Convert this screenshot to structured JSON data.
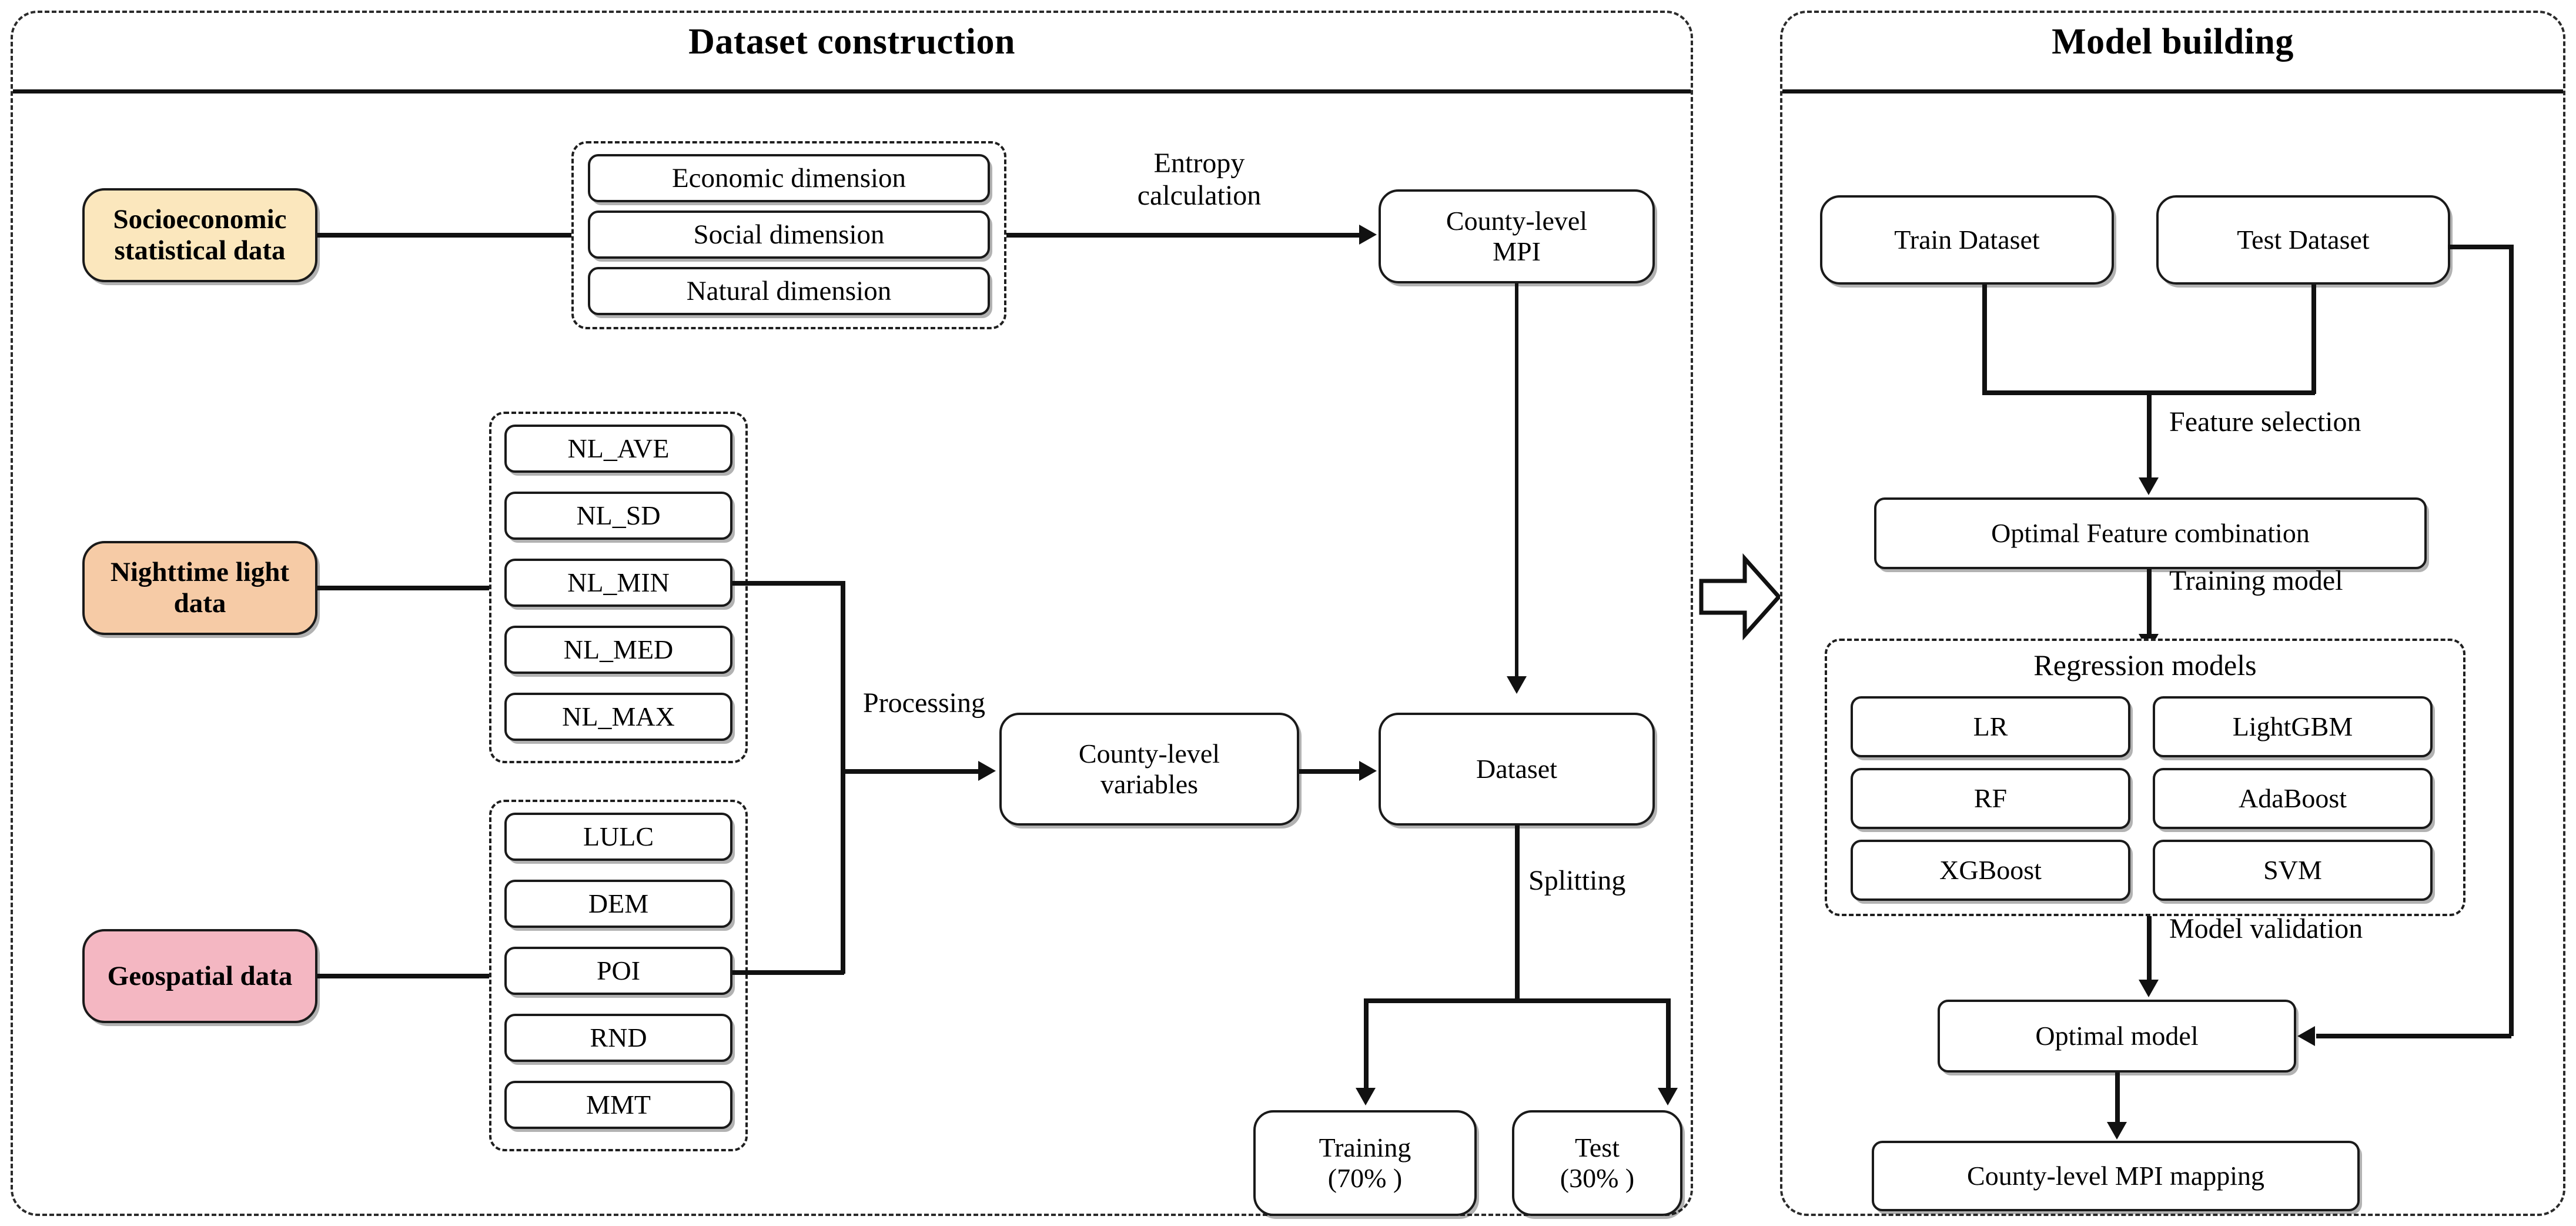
{
  "panels": {
    "left": {
      "title": "Dataset construction"
    },
    "right": {
      "title": "Model building"
    }
  },
  "sources": [
    {
      "id": "socioeconomic",
      "label": "Socioeconomic\nstatistical data",
      "color": "#FBE7BD"
    },
    {
      "id": "nighttime-light",
      "label": "Nighttime light\ndata",
      "color": "#F6CBA6"
    },
    {
      "id": "geospatial",
      "label": "Geospatial data",
      "color": "#F4B7C2"
    }
  ],
  "groups": {
    "dimensions": {
      "items": [
        "Economic dimension",
        "Social dimension",
        "Natural dimension"
      ]
    },
    "nl_variables": {
      "items": [
        "NL_AVE",
        "NL_SD",
        "NL_MIN",
        "NL_MED",
        "NL_MAX"
      ]
    },
    "geo_variables": {
      "items": [
        "LULC",
        "DEM",
        "POI",
        "RND",
        "MMT"
      ]
    }
  },
  "left_nodes": {
    "county_mpi": "County-level\nMPI",
    "county_variables": "County-level\nvariables",
    "dataset": "Dataset",
    "training": "Training\n(70% )",
    "test": "Test\n(30% )"
  },
  "left_edge_labels": {
    "entropy": "Entropy\ncalculation",
    "processing": "Processing",
    "splitting": "Splitting"
  },
  "right_nodes": {
    "train_dataset": "Train Dataset",
    "test_dataset": "Test Dataset",
    "optimal_feature": "Optimal Feature combination",
    "regression_models_title": "Regression models",
    "models": [
      "LR",
      "LightGBM",
      "RF",
      "AdaBoost",
      "XGBoost",
      "SVM"
    ],
    "optimal_model": "Optimal model",
    "mpi_mapping": "County-level MPI mapping"
  },
  "right_edge_labels": {
    "feature_selection": "Feature selection",
    "training_model": "Training model",
    "model_validation": "Model validation"
  },
  "transition": {
    "icon": "block-arrow-right-icon"
  }
}
